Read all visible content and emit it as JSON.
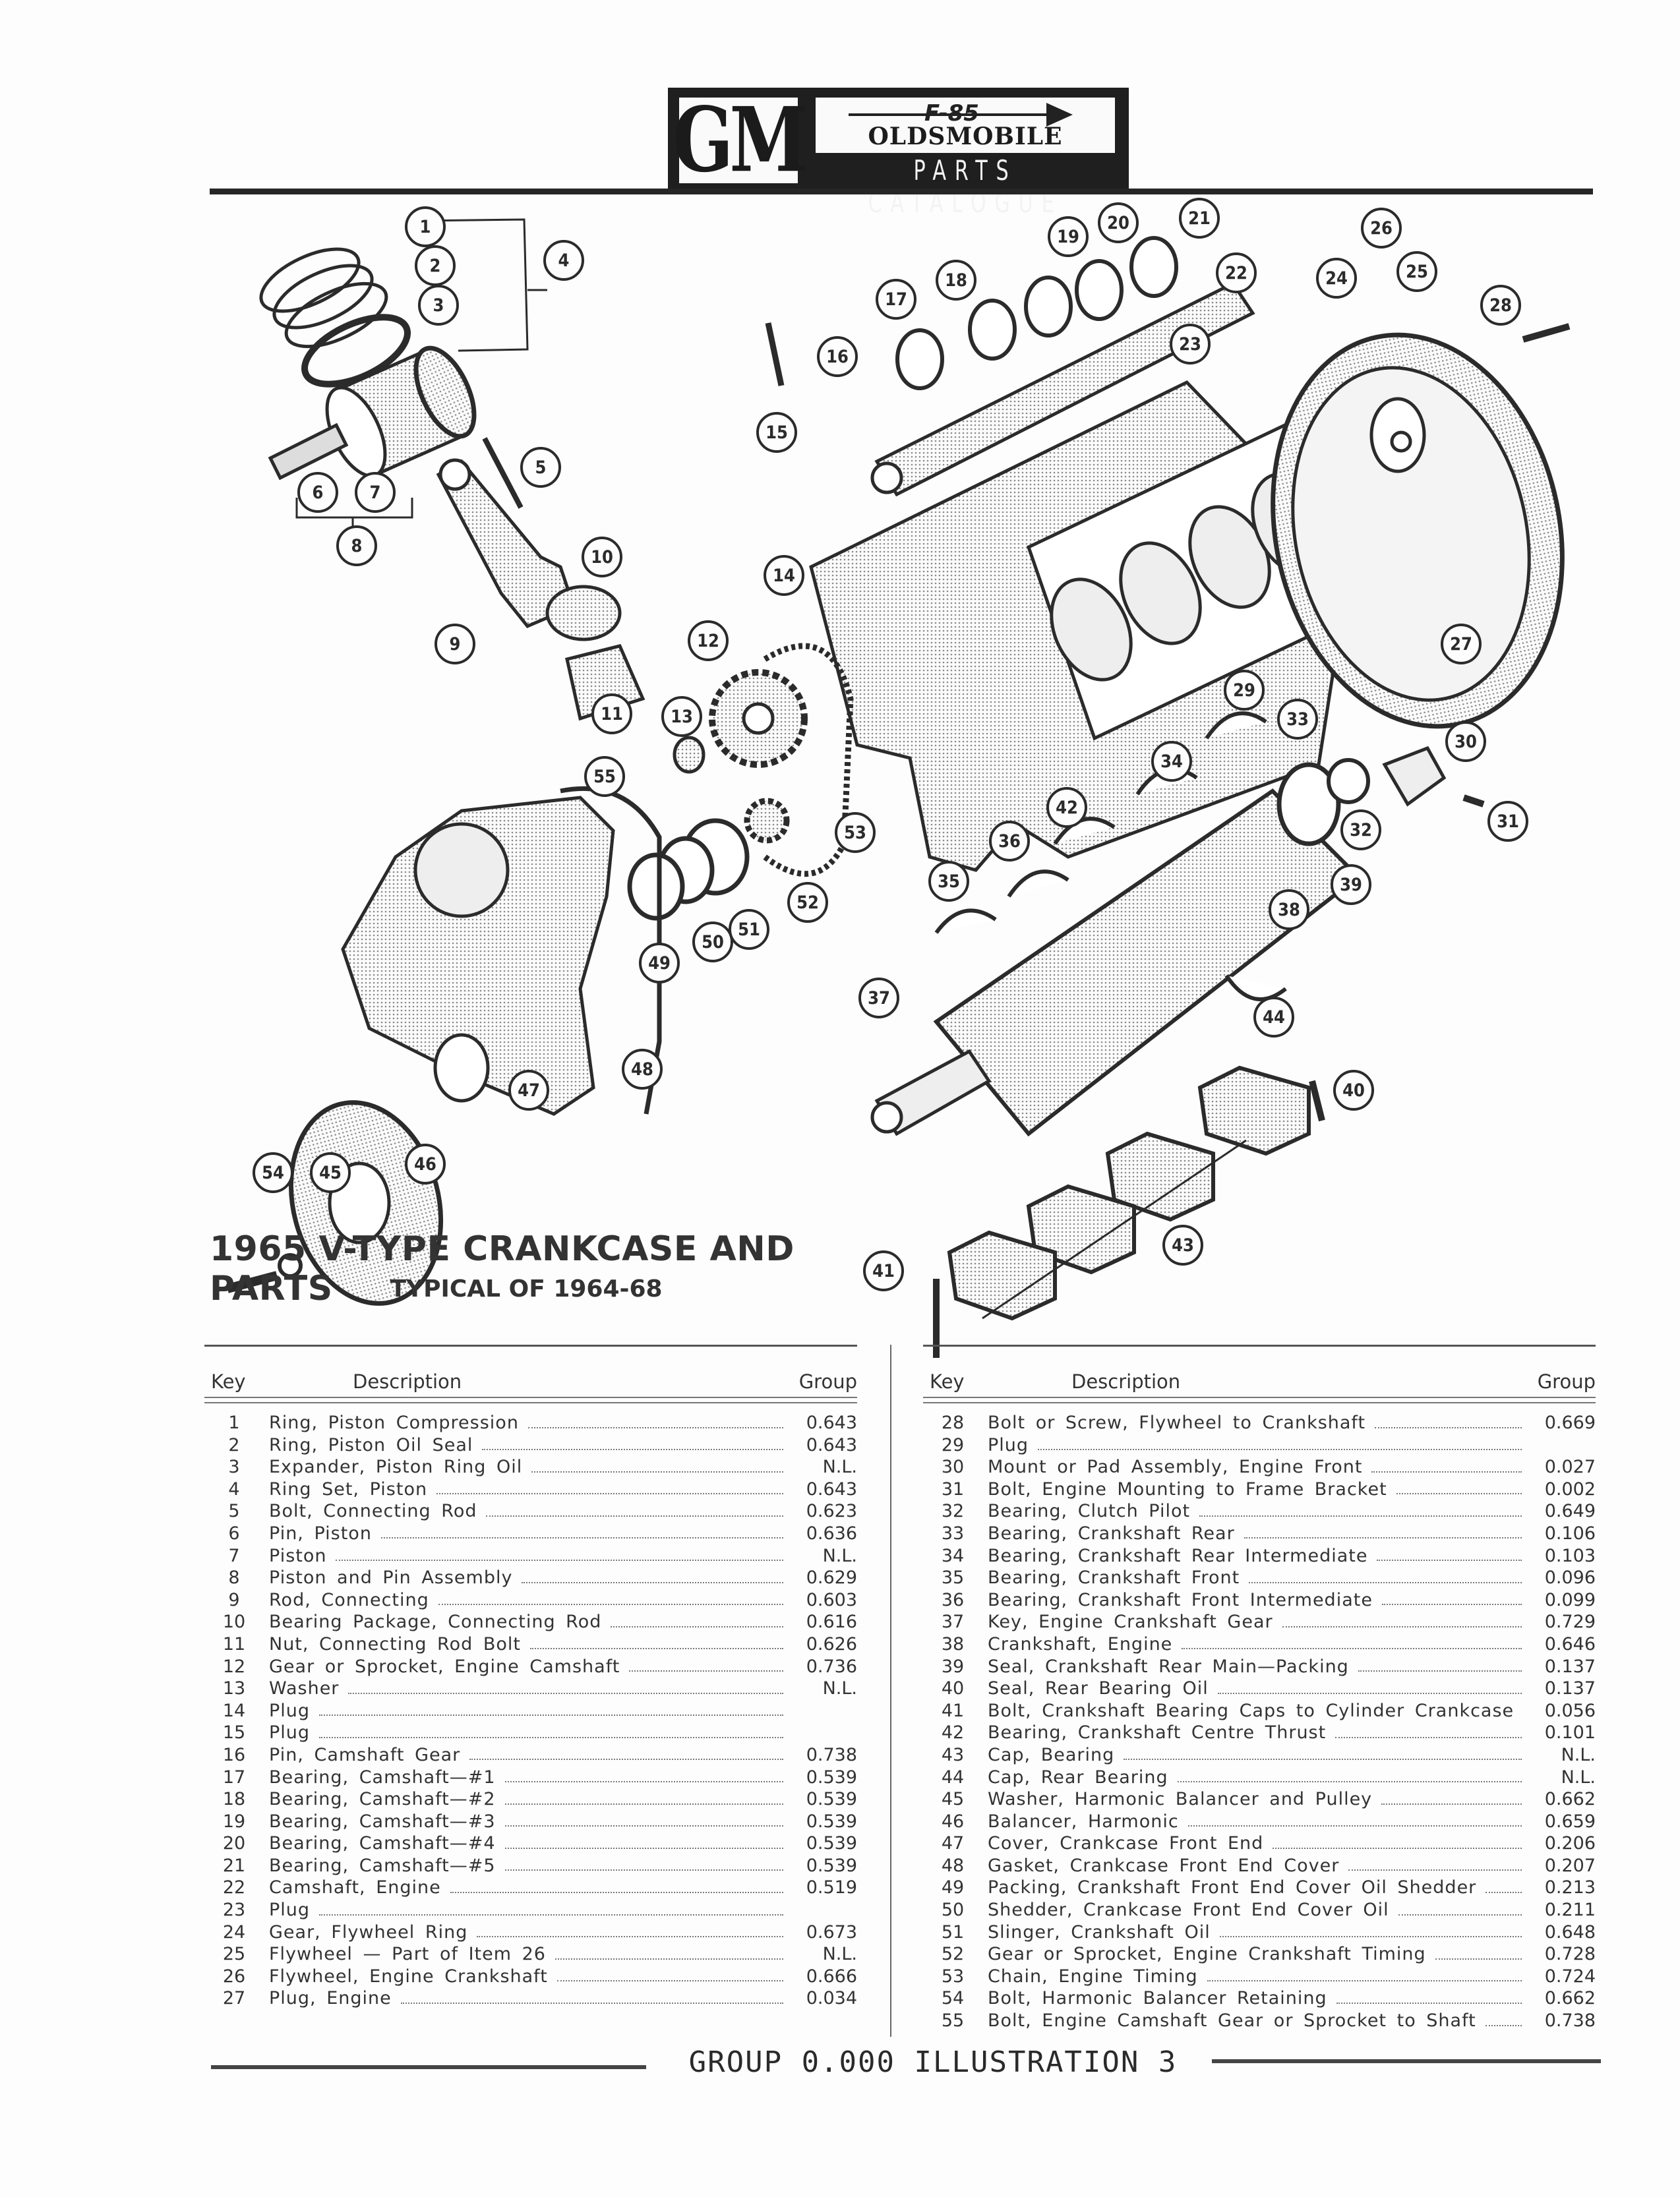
{
  "header": {
    "logo": "GM",
    "model_mark": "F-85",
    "brand": "OLDSMOBILE",
    "catalogue": "PARTS CATALOGUE"
  },
  "title": "1965 V-TYPE CRANKCASE AND PARTS",
  "subtitle": "TYPICAL OF 1964-68",
  "table_headers": {
    "key": "Key",
    "description": "Description",
    "group": "Group"
  },
  "parts_left": [
    {
      "key": "1",
      "description": "Ring, Piston Compression",
      "group": "0.643"
    },
    {
      "key": "2",
      "description": "Ring, Piston Oil Seal",
      "group": "0.643"
    },
    {
      "key": "3",
      "description": "Expander, Piston Ring Oil",
      "group": "N.L."
    },
    {
      "key": "4",
      "description": "Ring Set, Piston",
      "group": "0.643"
    },
    {
      "key": "5",
      "description": "Bolt, Connecting Rod",
      "group": "0.623"
    },
    {
      "key": "6",
      "description": "Pin, Piston",
      "group": "0.636"
    },
    {
      "key": "7",
      "description": "Piston",
      "group": "N.L."
    },
    {
      "key": "8",
      "description": "Piston and Pin Assembly",
      "group": "0.629"
    },
    {
      "key": "9",
      "description": "Rod, Connecting",
      "group": "0.603"
    },
    {
      "key": "10",
      "description": "Bearing Package, Connecting Rod",
      "group": "0.616"
    },
    {
      "key": "11",
      "description": "Nut, Connecting Rod Bolt",
      "group": "0.626"
    },
    {
      "key": "12",
      "description": "Gear or Sprocket, Engine Camshaft",
      "group": "0.736"
    },
    {
      "key": "13",
      "description": "Washer",
      "group": "N.L."
    },
    {
      "key": "14",
      "description": "Plug",
      "group": ""
    },
    {
      "key": "15",
      "description": "Plug",
      "group": ""
    },
    {
      "key": "16",
      "description": "Pin, Camshaft Gear",
      "group": "0.738"
    },
    {
      "key": "17",
      "description": "Bearing, Camshaft—#1",
      "group": "0.539"
    },
    {
      "key": "18",
      "description": "Bearing, Camshaft—#2",
      "group": "0.539"
    },
    {
      "key": "19",
      "description": "Bearing, Camshaft—#3",
      "group": "0.539"
    },
    {
      "key": "20",
      "description": "Bearing, Camshaft—#4",
      "group": "0.539"
    },
    {
      "key": "21",
      "description": "Bearing, Camshaft—#5",
      "group": "0.539"
    },
    {
      "key": "22",
      "description": "Camshaft, Engine",
      "group": "0.519"
    },
    {
      "key": "23",
      "description": "Plug",
      "group": ""
    },
    {
      "key": "24",
      "description": "Gear, Flywheel Ring",
      "group": "0.673"
    },
    {
      "key": "25",
      "description": "Flywheel — Part of Item 26",
      "group": "N.L."
    },
    {
      "key": "26",
      "description": "Flywheel, Engine Crankshaft",
      "group": "0.666"
    },
    {
      "key": "27",
      "description": "Plug, Engine",
      "group": "0.034"
    }
  ],
  "parts_right": [
    {
      "key": "28",
      "description": "Bolt or Screw, Flywheel to Crankshaft",
      "group": "0.669"
    },
    {
      "key": "29",
      "description": "Plug",
      "group": ""
    },
    {
      "key": "30",
      "description": "Mount or Pad Assembly, Engine Front",
      "group": "0.027"
    },
    {
      "key": "31",
      "description": "Bolt, Engine Mounting to Frame Bracket",
      "group": "0.002"
    },
    {
      "key": "32",
      "description": "Bearing, Clutch Pilot",
      "group": "0.649"
    },
    {
      "key": "33",
      "description": "Bearing, Crankshaft Rear",
      "group": "0.106"
    },
    {
      "key": "34",
      "description": "Bearing, Crankshaft Rear Intermediate",
      "group": "0.103"
    },
    {
      "key": "35",
      "description": "Bearing, Crankshaft Front",
      "group": "0.096"
    },
    {
      "key": "36",
      "description": "Bearing, Crankshaft Front Intermediate",
      "group": "0.099"
    },
    {
      "key": "37",
      "description": "Key, Engine Crankshaft Gear",
      "group": "0.729"
    },
    {
      "key": "38",
      "description": "Crankshaft, Engine",
      "group": "0.646"
    },
    {
      "key": "39",
      "description": "Seal, Crankshaft Rear Main—Packing",
      "group": "0.137"
    },
    {
      "key": "40",
      "description": "Seal, Rear Bearing Oil",
      "group": "0.137"
    },
    {
      "key": "41",
      "description": "Bolt, Crankshaft Bearing Caps to Cylinder Crankcase",
      "group": "0.056"
    },
    {
      "key": "42",
      "description": "Bearing, Crankshaft Centre Thrust",
      "group": "0.101"
    },
    {
      "key": "43",
      "description": "Cap, Bearing",
      "group": "N.L."
    },
    {
      "key": "44",
      "description": "Cap, Rear Bearing",
      "group": "N.L."
    },
    {
      "key": "45",
      "description": "Washer, Harmonic Balancer and Pulley",
      "group": "0.662"
    },
    {
      "key": "46",
      "description": "Balancer, Harmonic",
      "group": "0.659"
    },
    {
      "key": "47",
      "description": "Cover, Crankcase Front End",
      "group": "0.206"
    },
    {
      "key": "48",
      "description": "Gasket, Crankcase Front End Cover",
      "group": "0.207"
    },
    {
      "key": "49",
      "description": "Packing, Crankshaft Front End Cover Oil Shedder",
      "group": "0.213"
    },
    {
      "key": "50",
      "description": "Shedder, Crankcase Front End Cover Oil",
      "group": "0.211"
    },
    {
      "key": "51",
      "description": "Slinger, Crankshaft Oil",
      "group": "0.648"
    },
    {
      "key": "52",
      "description": "Gear or Sprocket, Engine Crankshaft Timing",
      "group": "0.728"
    },
    {
      "key": "53",
      "description": "Chain, Engine Timing",
      "group": "0.724"
    },
    {
      "key": "54",
      "description": "Bolt, Harmonic Balancer Retaining",
      "group": "0.662"
    },
    {
      "key": "55",
      "description": "Bolt, Engine Camshaft Gear or Sprocket to Shaft",
      "group": "0.738"
    }
  ],
  "callouts": [
    "1",
    "2",
    "3",
    "4",
    "5",
    "6",
    "7",
    "8",
    "9",
    "10",
    "11",
    "12",
    "13",
    "14",
    "15",
    "16",
    "17",
    "18",
    "19",
    "20",
    "21",
    "22",
    "23",
    "24",
    "25",
    "26",
    "27",
    "28",
    "29",
    "30",
    "31",
    "32",
    "33",
    "34",
    "35",
    "36",
    "37",
    "38",
    "39",
    "40",
    "41",
    "42",
    "43",
    "44",
    "45",
    "46",
    "47",
    "48",
    "49",
    "50",
    "51",
    "52",
    "53",
    "54",
    "55"
  ],
  "footer": "GROUP 0.000   ILLUSTRATION 3"
}
